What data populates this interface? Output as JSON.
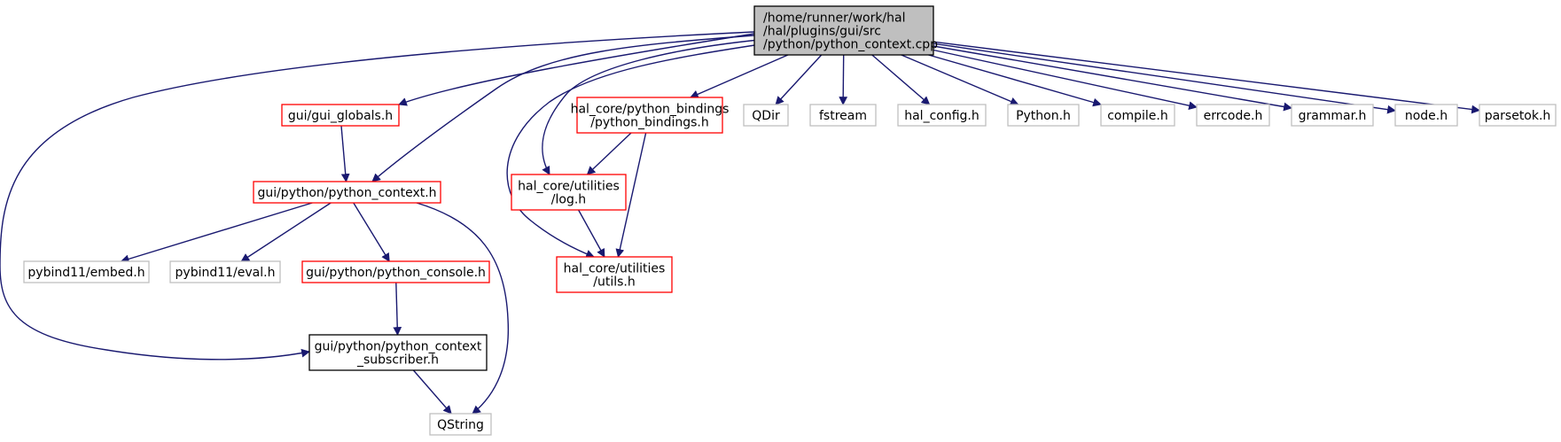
{
  "graph": {
    "colors": {
      "edge": "#191970",
      "root_fill": "#bfbfbf",
      "root_border": "#000000",
      "documented_border": "#ff0000",
      "local_border": "#000000",
      "external_border": "#bfbfbf",
      "node_fill": "#ffffff"
    },
    "nodes": [
      {
        "id": "root",
        "kind": "root",
        "lines": [
          "/home/runner/work/hal",
          "/hal/plugins/gui/src",
          "/python/python_context.cpp"
        ]
      },
      {
        "id": "gui_globals",
        "kind": "documented",
        "lines": [
          "gui/gui_globals.h"
        ]
      },
      {
        "id": "python_context_h",
        "kind": "documented",
        "lines": [
          "gui/python/python_context.h"
        ]
      },
      {
        "id": "pybind_embed",
        "kind": "external",
        "lines": [
          "pybind11/embed.h"
        ]
      },
      {
        "id": "pybind_eval",
        "kind": "external",
        "lines": [
          "pybind11/eval.h"
        ]
      },
      {
        "id": "python_console",
        "kind": "documented",
        "lines": [
          "gui/python/python_console.h"
        ]
      },
      {
        "id": "context_subscriber",
        "kind": "local",
        "lines": [
          "gui/python/python_context",
          "_subscriber.h"
        ]
      },
      {
        "id": "qstring",
        "kind": "external",
        "lines": [
          "QString"
        ]
      },
      {
        "id": "python_bindings",
        "kind": "documented",
        "lines": [
          "hal_core/python_bindings",
          "/python_bindings.h"
        ]
      },
      {
        "id": "log_h",
        "kind": "documented",
        "lines": [
          "hal_core/utilities",
          "/log.h"
        ]
      },
      {
        "id": "utils_h",
        "kind": "documented",
        "lines": [
          "hal_core/utilities",
          "/utils.h"
        ]
      },
      {
        "id": "qdir",
        "kind": "external",
        "lines": [
          "QDir"
        ]
      },
      {
        "id": "fstream",
        "kind": "external",
        "lines": [
          "fstream"
        ]
      },
      {
        "id": "hal_config",
        "kind": "external",
        "lines": [
          "hal_config.h"
        ]
      },
      {
        "id": "python_h",
        "kind": "external",
        "lines": [
          "Python.h"
        ]
      },
      {
        "id": "compile_h",
        "kind": "external",
        "lines": [
          "compile.h"
        ]
      },
      {
        "id": "errcode_h",
        "kind": "external",
        "lines": [
          "errcode.h"
        ]
      },
      {
        "id": "grammar_h",
        "kind": "external",
        "lines": [
          "grammar.h"
        ]
      },
      {
        "id": "node_h",
        "kind": "external",
        "lines": [
          "node.h"
        ]
      },
      {
        "id": "parsetok_h",
        "kind": "external",
        "lines": [
          "parsetok.h"
        ]
      }
    ],
    "edges": [
      [
        "root",
        "gui_globals"
      ],
      [
        "root",
        "python_context_h"
      ],
      [
        "root",
        "context_subscriber"
      ],
      [
        "root",
        "python_bindings"
      ],
      [
        "root",
        "log_h"
      ],
      [
        "root",
        "utils_h"
      ],
      [
        "root",
        "qdir"
      ],
      [
        "root",
        "fstream"
      ],
      [
        "root",
        "hal_config"
      ],
      [
        "root",
        "python_h"
      ],
      [
        "root",
        "compile_h"
      ],
      [
        "root",
        "errcode_h"
      ],
      [
        "root",
        "grammar_h"
      ],
      [
        "root",
        "node_h"
      ],
      [
        "root",
        "parsetok_h"
      ],
      [
        "gui_globals",
        "python_context_h"
      ],
      [
        "python_context_h",
        "pybind_embed"
      ],
      [
        "python_context_h",
        "pybind_eval"
      ],
      [
        "python_context_h",
        "python_console"
      ],
      [
        "python_context_h",
        "qstring"
      ],
      [
        "python_console",
        "context_subscriber"
      ],
      [
        "context_subscriber",
        "qstring"
      ],
      [
        "python_bindings",
        "log_h"
      ],
      [
        "python_bindings",
        "utils_h"
      ],
      [
        "log_h",
        "utils_h"
      ]
    ]
  }
}
